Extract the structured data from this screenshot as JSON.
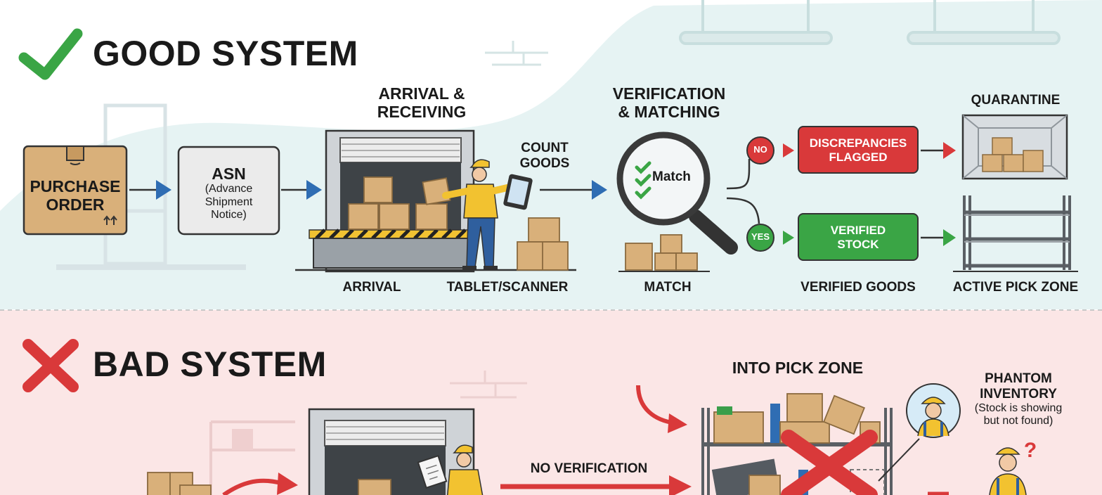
{
  "good": {
    "title": "GOOD SYSTEM",
    "purchase_order": [
      "PURCHASE",
      "ORDER"
    ],
    "asn_title": "ASN",
    "asn_note": [
      "(Advance",
      "Shipment",
      "Notice)"
    ],
    "arrival_receiving": [
      "ARRIVAL &",
      "RECEIVING"
    ],
    "count_goods": [
      "COUNT",
      "GOODS"
    ],
    "verification": [
      "VERIFICATION",
      "& MATCHING"
    ],
    "match_text": "Match",
    "no_label": "NO",
    "yes_label": "YES",
    "discrepancies": [
      "DISCREPANCIES",
      "FLAGGED"
    ],
    "verified_stock": [
      "VERIFIED",
      "STOCK"
    ],
    "quarantine": "QUARANTINE",
    "captions": {
      "arrival": "ARRIVAL",
      "scanner": "TABLET/SCANNER",
      "match": "MATCH",
      "verified_goods": "VERIFIED GOODS",
      "pick_zone": "ACTIVE PICK ZONE"
    }
  },
  "bad": {
    "title": "BAD SYSTEM",
    "into_pick_zone": "INTO PICK ZONE",
    "phantom": [
      "PHANTOM",
      "INVENTORY"
    ],
    "phantom_note": [
      "(Stock is showing",
      "but not found)"
    ],
    "no_verification": "NO VERIFICATION",
    "question_mark": "?"
  },
  "colors": {
    "good_bg": "#e6f3f3",
    "bad_bg": "#fbe6e6",
    "green": "#3aa545",
    "red": "#d9393a",
    "blue": "#2f6db3",
    "box": "#d9b07a",
    "box_edge": "#a07a48",
    "worker_shirt": "#f2c230",
    "worker_pants": "#2f5f9e"
  }
}
